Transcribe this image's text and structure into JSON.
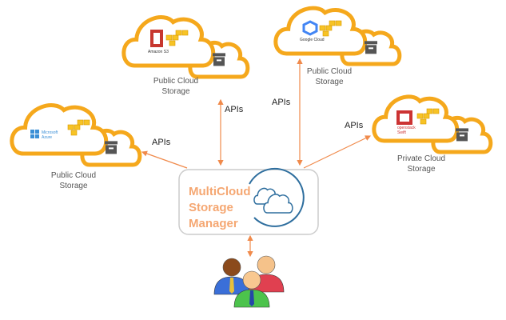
{
  "colors": {
    "cloud": "#f5a81c",
    "arrow": "#f08a4b",
    "manager_text": "#f5a772",
    "logo": "#2e6e9e",
    "box_icon": "#555555"
  },
  "clouds": [
    {
      "id": "s3",
      "brand": "Amazon S3",
      "label_line1": "Public Cloud",
      "label_line2": "Storage",
      "brand_icon": "amazon-s3-icon"
    },
    {
      "id": "gcp",
      "brand": "Google Cloud",
      "label_line1": "Public Cloud",
      "label_line2": "Storage",
      "brand_icon": "google-cloud-icon"
    },
    {
      "id": "azure",
      "brand": "Microsoft Azure",
      "label_line1": "Public Cloud",
      "label_line2": "Storage",
      "brand_icon": "microsoft-azure-icon"
    },
    {
      "id": "openstack",
      "brand": "openstack Swift",
      "label_line1": "Private Cloud",
      "label_line2": "Storage",
      "brand_icon": "openstack-swift-icon"
    }
  ],
  "api_label": "APIs",
  "manager": {
    "line1": "MultiCloud",
    "line2": "Storage",
    "line3": "Manager"
  }
}
